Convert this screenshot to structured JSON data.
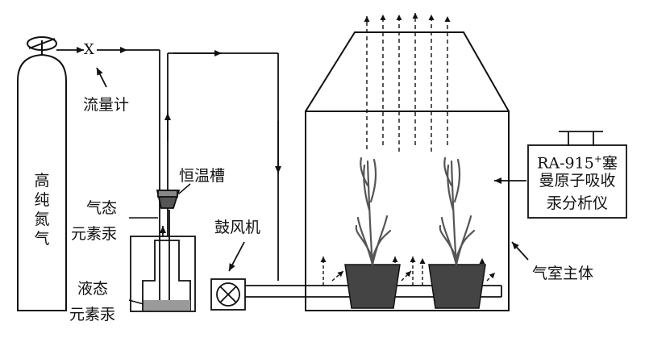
{
  "labels": {
    "nitrogen_line1": "高纯",
    "nitrogen_line2": "氮气",
    "flowmeter_mark": "X",
    "flowmeter": "流量计",
    "thermostat_bath": "恒温槽",
    "gaseous_mercury_line1": "气态",
    "gaseous_mercury_line2": "元素汞",
    "liquid_mercury_line1": "液态",
    "liquid_mercury_line2": "元素汞",
    "blower": "鼓风机",
    "chamber": "气室主体",
    "analyzer_line1_prefix": "RA-915",
    "analyzer_line1_sup": "+",
    "analyzer_line1_suffix": "塞",
    "analyzer_line2": "曼原子吸收",
    "analyzer_line3": "汞分析仪"
  },
  "colors": {
    "line": "#111111",
    "plant": "#555555",
    "pot": "#444444",
    "liquid": "#9a9a9a"
  }
}
